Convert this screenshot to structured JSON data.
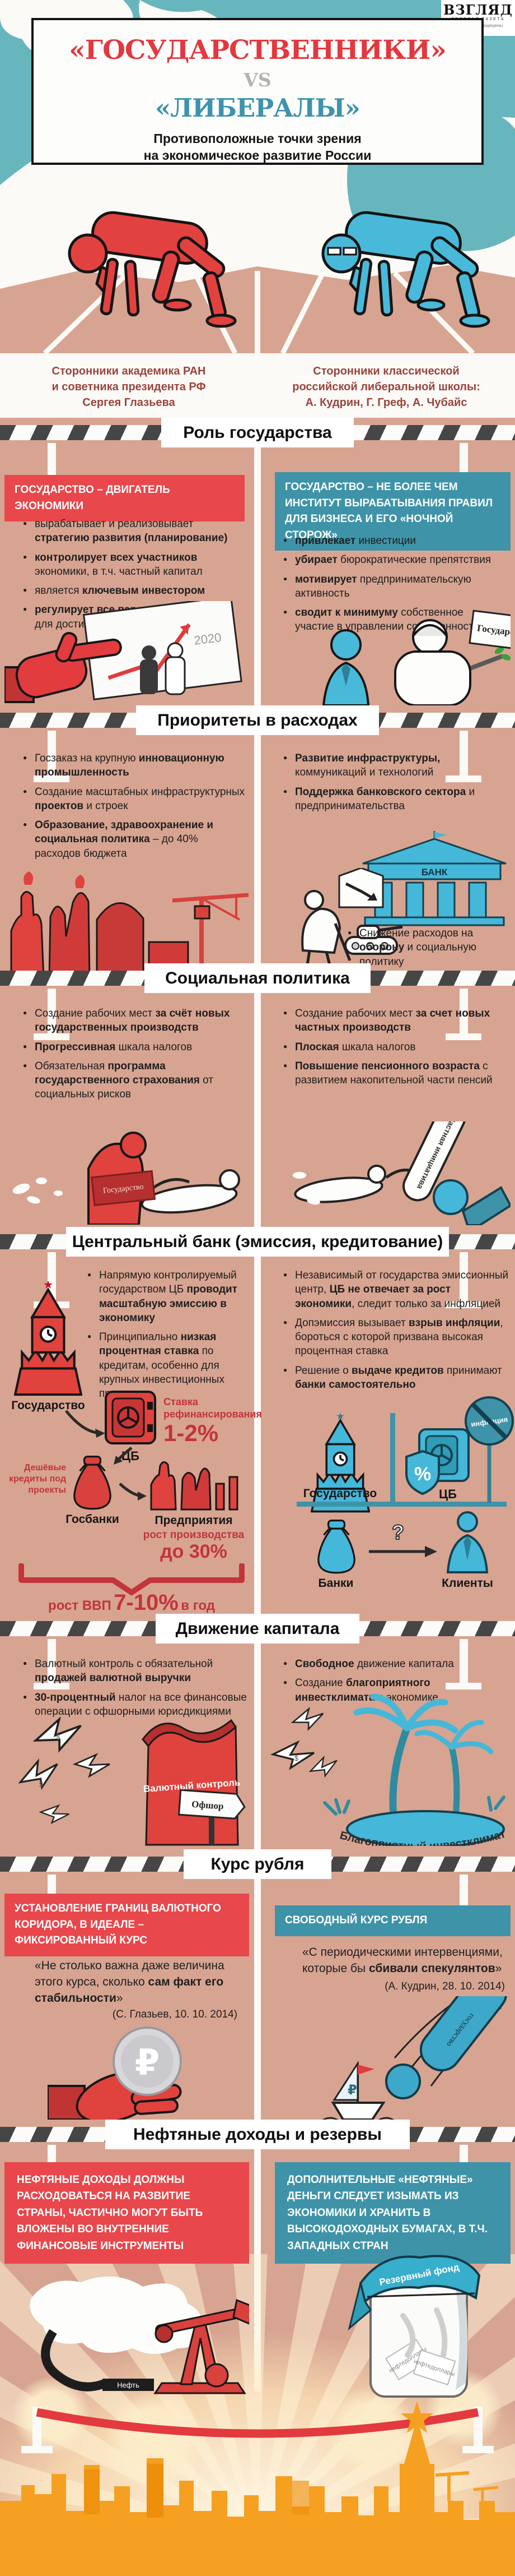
{
  "logo": {
    "name": "ВЗГЛЯД",
    "tagline": "ДЕЛОВАЯ ГАЗЕТА",
    "copyright": "© Все права защищены"
  },
  "colors": {
    "accent_red": "#e8474b",
    "accent_teal": "#3e93a8",
    "background_salmon": "#d7a491",
    "hero_teal": "#67b6bd",
    "skyline_orange": "#f5a021",
    "caption_brick": "#9a443c"
  },
  "hero": {
    "title_left": "«ГОСУДАРСТВЕННИКИ»",
    "vs": "VS",
    "title_right": "«ЛИБЕРАЛЫ»",
    "subtitle": "Противоположные точки зрения<br>на экономическое развитие России",
    "caption_left": "Сторонники академика РАН<br>и советника президента РФ<br>Сергея Глазьева",
    "caption_right": "Сторонники классической<br>российской либеральной школы:<br>А. Кудрин, Г. Греф, А. Чубайс"
  },
  "sections": {
    "role": {
      "title": "Роль государства",
      "left": {
        "banner": "ГОСУДАРСТВО – ДВИГАТЕЛЬ ЭКОНОМИКИ",
        "bullets": [
          "вырабатывает и реализовывает <b>стратегию развития (планирование)</b>",
          "<b>контролирует всех участников</b> экономики, в т.ч. частный капитал",
          "является <b>ключевым инвестором</b>",
          "<b>регулирует все параметры</b> экономики для достижения намеченной цели"
        ],
        "chart_year": "2020"
      },
      "right": {
        "banner": "ГОСУДАРСТВО – НЕ БОЛЕЕ ЧЕМ ИНСТИТУТ ВЫРАБАТЫВАНИЯ ПРАВИЛ ДЛЯ БИЗНЕСА И ЕГО «НОЧНОЙ СТОРОЖ»",
        "bullets": [
          "<b>привлекает</b> инвестиции",
          "<b>убирает</b> бюрократические препятствия",
          "<b>мотивирует</b> предпринимательскую активность",
          "<b>сводит к минимуму</b> собственное участие в управлении собственностью"
        ],
        "sign": "Государство"
      }
    },
    "spending": {
      "title": "Приоритеты в расходах",
      "left": {
        "bullets": [
          "Госзаказ на крупную <b>инновационную промышленность</b>",
          "Создание масштабных инфраструктурных <b>проектов</b> и строек",
          "<b>Образование, здравоохранение и социальная политика</b> – до 40% расходов бюджета"
        ]
      },
      "right": {
        "bullets": [
          "<b>Развитие инфраструктуры,</b> коммуникаций и технологий",
          "<b>Поддержка банковского сектора</b> и предпринимательства"
        ],
        "bullet_defense": "Снижение расходов на <b>оборону</b> и социальную политику",
        "bank_label": "БАНК"
      }
    },
    "social": {
      "title": "Социальная политика",
      "left": {
        "bullets": [
          "Создание рабочих мест <b>за счёт новых государственных производств</b>",
          "<b>Прогрессивная</b> шкала налогов",
          "Обязательная <b>программа государственного страхования</b> от социальных рисков"
        ],
        "sign": "Государство"
      },
      "right": {
        "bullets": [
          "Создание рабочих мест <b>за счет новых частных производств</b>",
          "<b>Плоская</b> шкала налогов",
          "<b>Повышение пенсионного возраста</b> с развитием накопительной части пенсий"
        ],
        "paddle": "Частная инициатива"
      }
    },
    "cb": {
      "title": "Центральный банк (эмиссия, кредитование)",
      "left": {
        "bullets": [
          "Напрямую контролируемый государством ЦБ <b>проводит масштабную эмиссию в экономику</b>",
          "Принципиально <b>низкая процентная ставка</b> по кредитам, особенно для крупных инвестиционных проектов"
        ],
        "labels": {
          "state": "Государство",
          "cb": "ЦБ",
          "rate_caption": "Ставка рефинансирования",
          "rate_value": "1-2%",
          "cheap_credit": "Дешёвые кредиты под проекты",
          "gosbanks": "Госбанки",
          "enterprises": "Предприятия",
          "growth_caption": "рост производства",
          "growth_value": "до 30%",
          "gdp_caption": "рост ВВП",
          "gdp_value": "7-10%",
          "gdp_suffix": "в год"
        }
      },
      "right": {
        "bullets": [
          "Независимый от государства эмиссионный центр, <b>ЦБ не отвечает за рост экономики</b>, следит только за инфляцией",
          "Допэмиссия вызывает <b>взрыв инфляции</b>, бороться с которой призвана высокая процентная ставка",
          "Решение о <b>выдаче кредитов</b> принимают <b>банки самостоятельно</b>"
        ],
        "labels": {
          "state": "Государство",
          "cb": "ЦБ",
          "inflation": "инфляция",
          "banks": "Банки",
          "clients": "Клиенты",
          "question": "?",
          "percent": "%"
        }
      }
    },
    "capital": {
      "title": "Движение капитала",
      "left": {
        "bullets": [
          "Валютный контроль с обязательной <b>продажей валютной выручки</b>",
          "<b>30-процентный</b> налог на все финансовые операции с офшорными юрисдикциями"
        ],
        "wall": "Валютный контроль",
        "offshore": "Офшор",
        "banknote": "$"
      },
      "right": {
        "bullets": [
          "<b>Свободное</b> движение капитала",
          "Создание <b>благоприятного инвестклимата</b> в экономике"
        ],
        "oasis": "Благоприятный инвестклимат",
        "banknote": "$"
      }
    },
    "ruble": {
      "title": "Курс рубля",
      "left": {
        "banner": "УСТАНОВЛЕНИЕ ГРАНИЦ ВАЛЮТНОГО КОРИДОРА, В ИДЕАЛЕ – ФИКСИРОВАННЫЙ КУРС",
        "quote": "«Не столько важна даже величина этого курса, сколько <b>сам факт его стабильности</b>»",
        "attribution": "(С. Глазьев, 10. 10. 2014)",
        "coin": "₽"
      },
      "right": {
        "banner": "СВОБОДНЫЙ КУРС РУБЛЯ",
        "quote": "«С периодическими интервенциями, которые бы <b>сбивали спекулянтов</b>»",
        "attribution": "(А. Кудрин, 28. 10. 2014)",
        "arm": "государство",
        "sail": "₽"
      }
    },
    "oil": {
      "title": "Нефтяные доходы и резервы",
      "left": {
        "box": "НЕФТЯНЫЕ ДОХОДЫ ДОЛЖНЫ РАСХОДОВАТЬСЯ НА РАЗВИТИЕ СТРАНЫ, ЧАСТИЧНО МОГУТ БЫТЬ ВЛОЖЕНЫ ВО ВНУТРЕННИЕ ФИНАНСОВЫЕ ИНСТРУМЕНТЫ",
        "pipe": "Нефть"
      },
      "right": {
        "box": "ДОПОЛНИТЕЛЬНЫЕ «НЕФТЯНЫЕ» ДЕНЬГИ СЛЕДУЕТ ИЗЫМАТЬ ИЗ ЭКОНОМИКИ И ХРАНИТЬ В ВЫСОКОДОХОДНЫХ БУМАГАХ, В Т.Ч. ЗАПАДНЫХ СТРАН",
        "jar": "Резервный фонд",
        "papers": "нефтедоллары"
      }
    }
  }
}
